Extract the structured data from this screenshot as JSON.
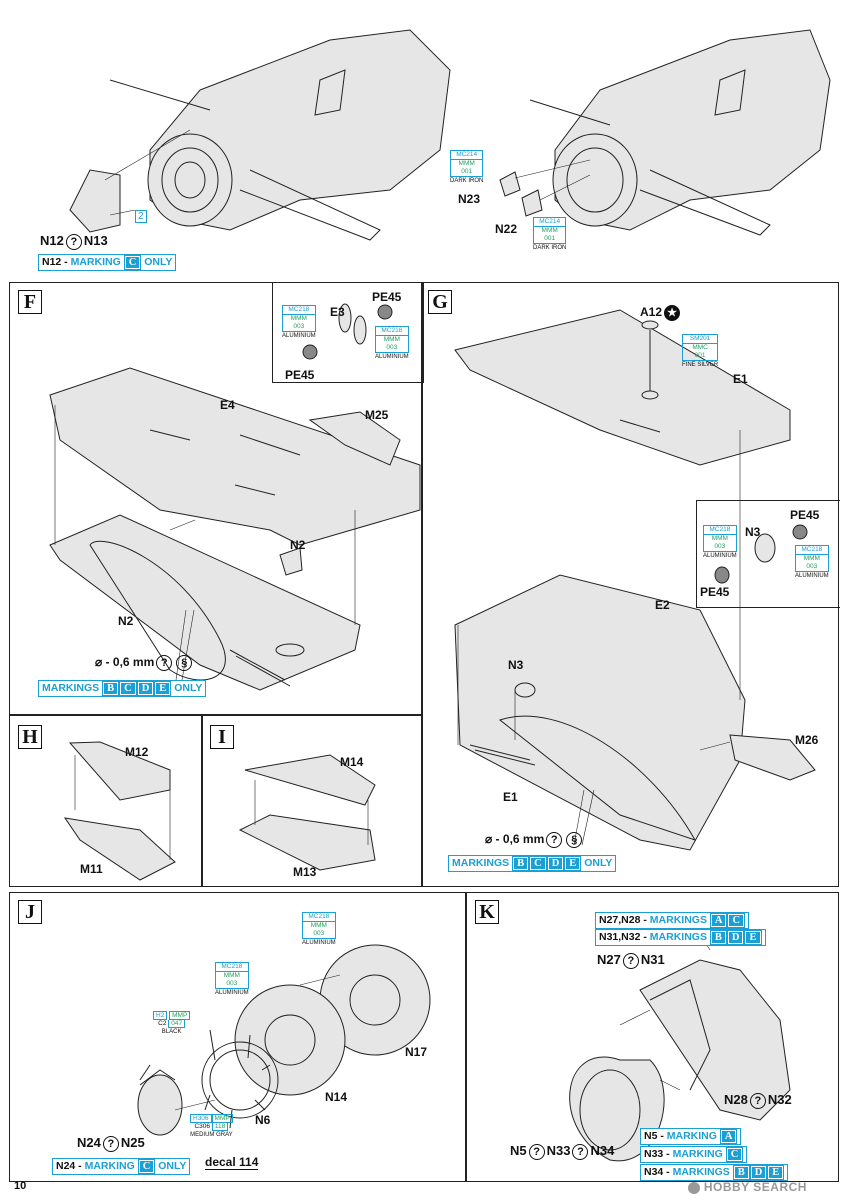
{
  "page_number": "10",
  "steps": [
    "F",
    "G",
    "H",
    "I",
    "J",
    "K"
  ],
  "top_left": {
    "part_label": "N12",
    "part_label_2": "N13",
    "part_ref": "2",
    "marking_note": {
      "prefix": "N12 - ",
      "text": "MARKING",
      "letters": [
        "C"
      ],
      "suffix": "ONLY"
    }
  },
  "top_right": {
    "parts": [
      "N23",
      "N22"
    ],
    "paint_a": {
      "code": "MC214",
      "ref": "MMM",
      "num": "001",
      "name": "DARK IRON"
    },
    "paint_b": {
      "code": "MC214",
      "ref": "MMM",
      "num": "001",
      "name": "DARK IRON"
    }
  },
  "panel_f": {
    "parts": [
      "E4",
      "M25",
      "N2",
      "E3",
      "N2",
      "PE45",
      "PE45"
    ],
    "paint_a": {
      "code": "MC218",
      "ref": "MMM",
      "num": "003",
      "name": "ALUMINIUM"
    },
    "paint_b": {
      "code": "MC218",
      "ref": "MMM",
      "num": "003",
      "name": "ALUMINIUM"
    },
    "drill": "⌀ - 0,6 mm",
    "marking_note": {
      "prefix": "",
      "text": "MARKINGS",
      "letters": [
        "B",
        "C",
        "D",
        "E"
      ],
      "suffix": "ONLY"
    }
  },
  "panel_g": {
    "parts": [
      "A12",
      "E1",
      "N3",
      "PE45",
      "PE45",
      "E2",
      "N3",
      "M26",
      "E1"
    ],
    "paint_silver": {
      "code": "SM201",
      "ref": "MMC",
      "num": "001",
      "name": "FINE SILVER"
    },
    "paint_a": {
      "code": "MC218",
      "ref": "MMM",
      "num": "003",
      "name": "ALUMINIUM"
    },
    "paint_b": {
      "code": "MC218",
      "ref": "MMM",
      "num": "003",
      "name": "ALUMINIUM"
    },
    "drill": "⌀ - 0,6 mm",
    "marking_note": {
      "prefix": "",
      "text": "MARKINGS",
      "letters": [
        "B",
        "C",
        "D",
        "E"
      ],
      "suffix": "ONLY"
    }
  },
  "panel_h": {
    "parts": [
      "M12",
      "M11"
    ]
  },
  "panel_i": {
    "parts": [
      "M14",
      "M13"
    ]
  },
  "panel_j": {
    "parts": [
      "N17",
      "N14",
      "N6",
      "N24",
      "N25"
    ],
    "paint_a": {
      "code": "MC218",
      "ref": "MMM",
      "num": "003",
      "name": "ALUMINIUM"
    },
    "paint_b": {
      "code": "MC218",
      "ref": "MMM",
      "num": "003",
      "name": "ALUMINIUM"
    },
    "paint_black": {
      "code": "H2",
      "ref": "MMP",
      "c": "C2",
      "num": "047",
      "name": "BLACK"
    },
    "paint_gray": {
      "code": "H306",
      "ref": "MMP",
      "c": "C306",
      "num": "118",
      "name": "MEDIUM GRAY"
    },
    "decal": "decal 114",
    "marking_note": {
      "prefix": "N24 - ",
      "text": "MARKING",
      "letters": [
        "C"
      ],
      "suffix": "ONLY"
    }
  },
  "panel_k": {
    "notes": [
      {
        "prefix": "N27,N28 - ",
        "text": "MARKINGS",
        "letters": [
          "A",
          "C"
        ]
      },
      {
        "prefix": "N31,N32 - ",
        "text": "MARKINGS",
        "letters": [
          "B",
          "D",
          "E"
        ]
      },
      {
        "prefix": "N5 - ",
        "text": "MARKING",
        "letters": [
          "A"
        ]
      },
      {
        "prefix": "N33 - ",
        "text": "MARKING",
        "letters": [
          "C"
        ]
      },
      {
        "prefix": "N34 - ",
        "text": "MARKINGS",
        "letters": [
          "B",
          "D",
          "E"
        ]
      }
    ],
    "labels": {
      "top_a": "N27",
      "top_b": "N31",
      "mid_a": "N28",
      "mid_b": "N32",
      "bot_a": "N5",
      "bot_b": "N33",
      "bot_c": "N34"
    }
  },
  "watermark": "HOBBY SEARCH"
}
